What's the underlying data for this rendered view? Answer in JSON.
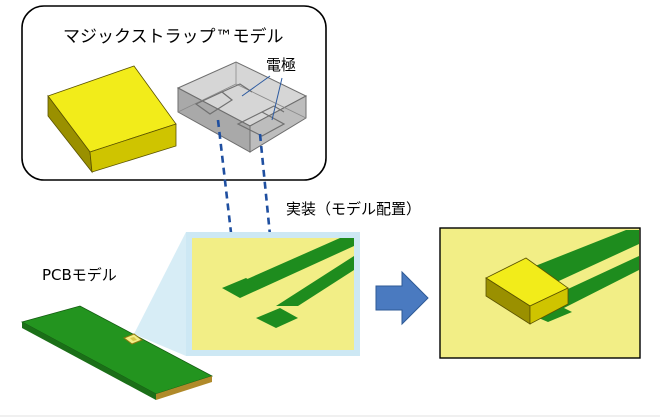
{
  "labels": {
    "magic_strap_model": "マジックストラップ™モデル",
    "electrode": "電極",
    "mounting": "実装（モデル配置）",
    "pcb_model": "PCBモデル"
  },
  "colors": {
    "component_yellow": "#f0ea00",
    "component_gray": "#c8c8c8",
    "pcb_green": "#1e8c1e",
    "board_area": "#f2ee86",
    "callout_light_blue": "#cde8f4",
    "arrow_blue": "#4a7ac0",
    "dashed_blue": "#1f4fa0",
    "pad_inner_gold": "#d8c84a"
  },
  "icons": {
    "process_arrow": "right-arrow-icon"
  }
}
